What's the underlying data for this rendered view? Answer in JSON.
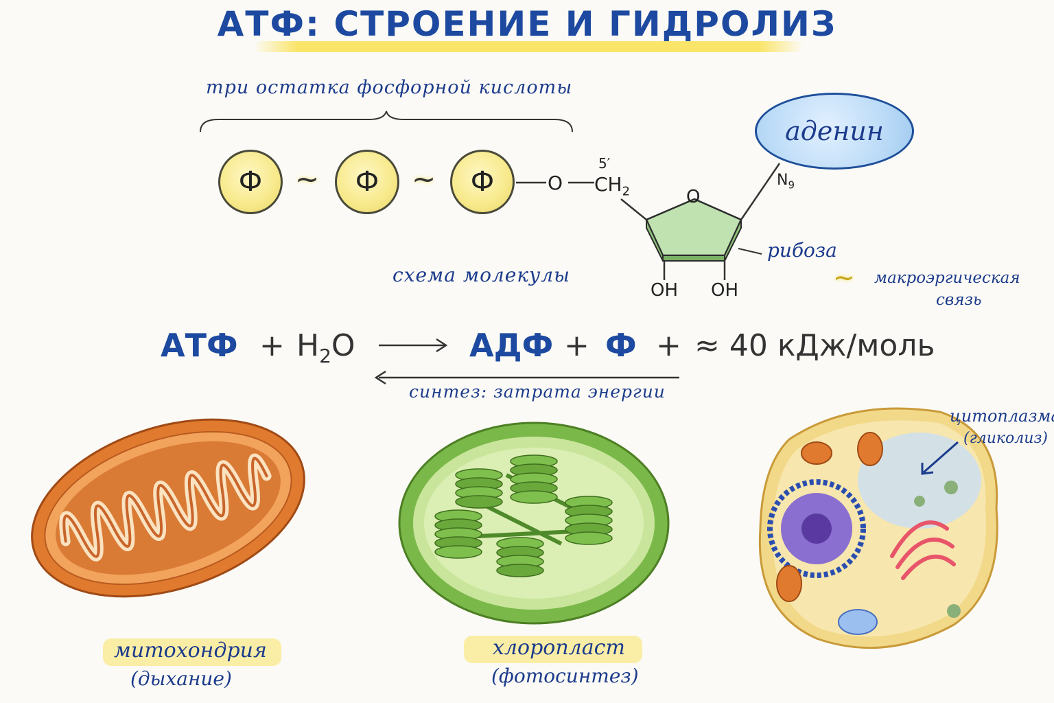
{
  "title": "АТФ: СТРОЕНИЕ И ГИДРОЛИЗ",
  "molecule": {
    "phosphate_label": "три остатка фосфорной кислоты",
    "phosphates": [
      "Ф",
      "Ф",
      "Ф"
    ],
    "tilde": "~",
    "oxygen": "O",
    "ch2": "CH",
    "ch2_sub": "2",
    "carbon_position": "5′",
    "ring_oxygen": "O",
    "oh_left": "OH",
    "oh_right": "OH",
    "n9": "N",
    "n9_sub": "9",
    "adenine": "аденин",
    "ribose": "рибоза",
    "scheme_label": "схема молекулы",
    "bond_legend_symbol": "~",
    "bond_legend_line1": "макроэргическая",
    "bond_legend_line2": "связь"
  },
  "equation": {
    "atp": "АТФ",
    "plus1": "+",
    "water": "H",
    "water_sub": "2",
    "water_o": "O",
    "adp": "АДФ",
    "plus2": "+",
    "phosphate": "Ф",
    "plus3": "+",
    "energy": "≈ 40 кДж/моль",
    "synthesis_label": "синтез: затрата энергии"
  },
  "organelles": {
    "mito_name": "митохондрия",
    "mito_function": "(дыхание)",
    "chloro_name": "хлоропласт",
    "chloro_function": "(фотосинтез)",
    "cyto_name": "цитоплазма",
    "cyto_function": "(гликолиз)"
  },
  "colors": {
    "title": "#1d4aa0",
    "highlight": "#f7de55",
    "phosphate": "#f7e98a",
    "ribose": "#bfe2b0",
    "adenine": "#b6d8f6",
    "mitochondrion": "#e07a2e",
    "chloroplast": "#7bb84a",
    "cell": "#f2d98a"
  }
}
